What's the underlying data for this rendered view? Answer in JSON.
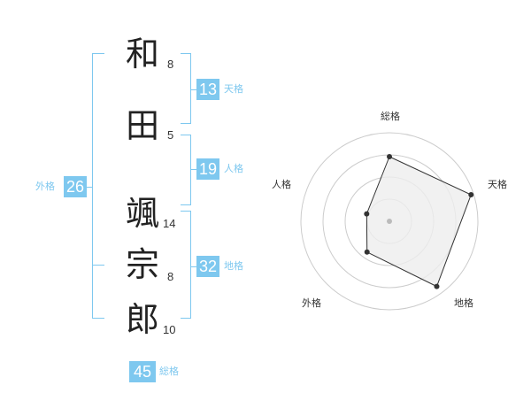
{
  "name": {
    "characters": [
      {
        "char": "和",
        "strokes": "8"
      },
      {
        "char": "田",
        "strokes": "5"
      },
      {
        "char": "颯",
        "strokes": "14"
      },
      {
        "char": "宗",
        "strokes": "8"
      },
      {
        "char": "郎",
        "strokes": "10"
      }
    ]
  },
  "fortune": {
    "tenkaku": {
      "value": "13",
      "label": "天格"
    },
    "jinkaku": {
      "value": "19",
      "label": "人格"
    },
    "chikaku": {
      "value": "32",
      "label": "地格"
    },
    "gaikaku": {
      "value": "26",
      "label": "外格"
    },
    "soukaku": {
      "value": "45",
      "label": "総格"
    }
  },
  "chart_data": {
    "type": "radar",
    "axes": [
      "総格",
      "天格",
      "地格",
      "外格",
      "人格"
    ],
    "values": [
      0.73,
      0.97,
      0.91,
      0.43,
      0.27
    ],
    "rings": 4,
    "colors": {
      "fill": "#eeeeee",
      "line": "#333333",
      "ring": "#cccccc",
      "center": "#bbbbbb"
    }
  },
  "colors": {
    "accent": "#7ec8ef"
  }
}
